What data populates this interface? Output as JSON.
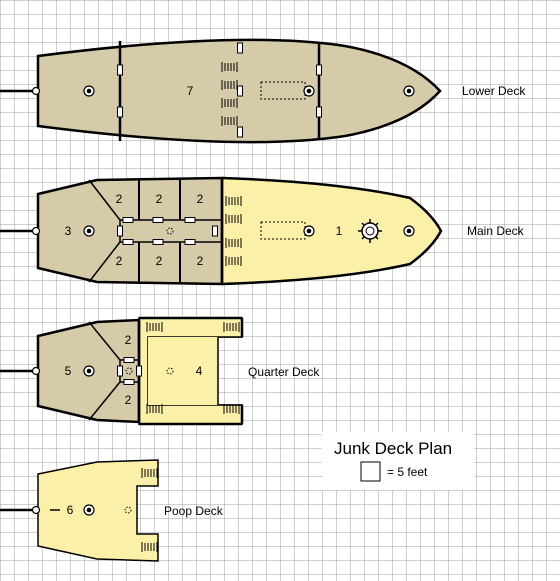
{
  "title": "Junk Deck Plan",
  "legend": {
    "label": "= 5 feet"
  },
  "colors": {
    "grid": "#9a9a9a",
    "hull_dark": "#d6cba8",
    "hull_light": "#fbf0a8",
    "line": "#000000"
  },
  "decks": [
    {
      "name": "Lower Deck",
      "rooms": [
        "7"
      ]
    },
    {
      "name": "Main Deck",
      "rooms": [
        "2",
        "2",
        "2",
        "3",
        "1",
        "2",
        "2",
        "2"
      ]
    },
    {
      "name": "Quarter Deck",
      "rooms": [
        "2",
        "5",
        "4",
        "2"
      ]
    },
    {
      "name": "Poop Deck",
      "rooms": [
        "6"
      ]
    }
  ]
}
